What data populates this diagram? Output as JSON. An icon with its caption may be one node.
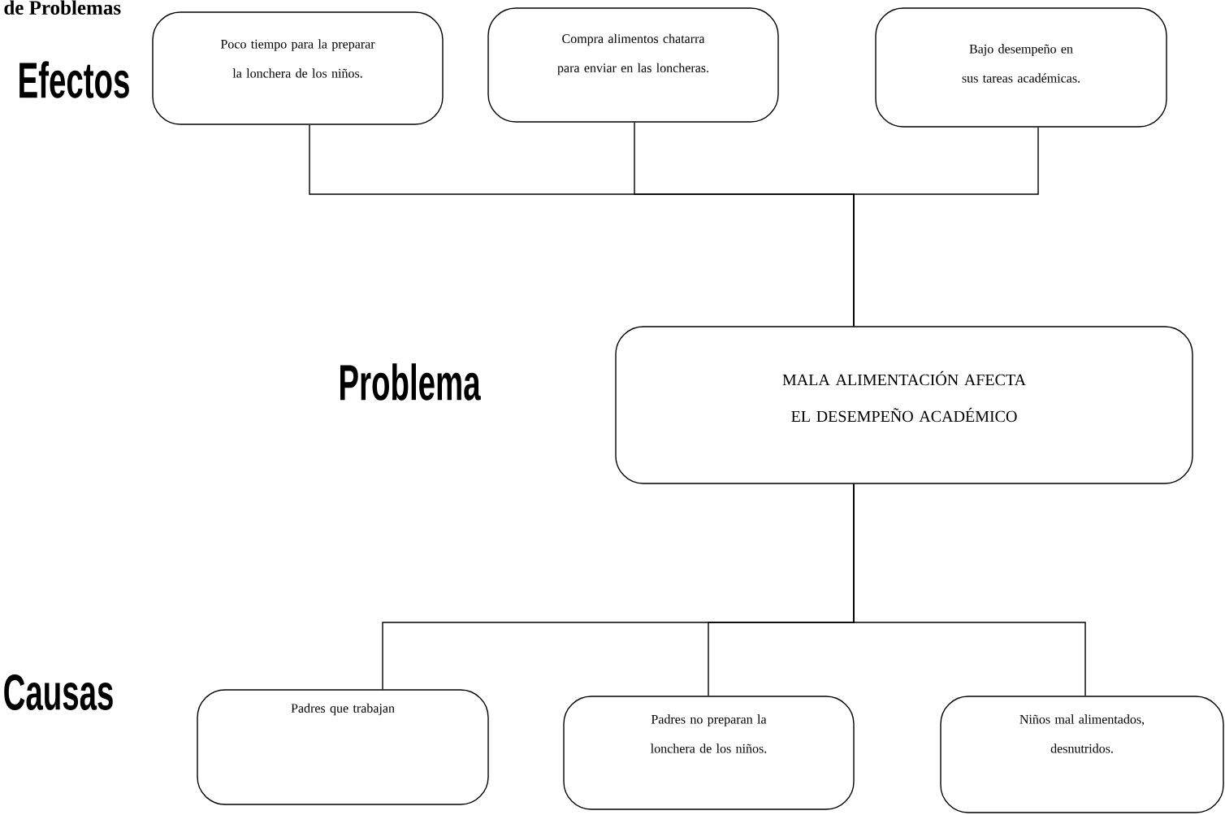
{
  "diagram": {
    "title": "de Problemas",
    "nodes": [
      {
        "text": [
          "Poco tiempo para  la preparar la lonchera de los niños."
        ]
      },
      {
        "text": [
          "Compra alimentos chatarra para enviar en las loncheras."
        ]
      },
      {
        "text": [
          "Bajo desempeño en sus tareas académicas."
        ]
      },
      {
        "text": [
          "MALA ALIMENTACIÓN AFECTA EL DESEMPEÑO ACADÉMICO"
        ]
      },
      {
        "text": [
          "Padres que trabajan"
        ]
      },
      {
        "text": [
          "Padres no preparan la lonchera de los niños."
        ]
      },
      {
        "text": [
          "Niños mal alimentados, desnutridos."
        ]
      }
    ],
    "edges": [
      {
        "from": 0,
        "to": 3,
        "arrow": "none"
      },
      {
        "from": 1,
        "to": 3,
        "arrow": "none"
      },
      {
        "from": 2,
        "to": 3,
        "arrow": "none"
      },
      {
        "from": 3,
        "to": 4,
        "arrow": "none"
      },
      {
        "from": 3,
        "to": 5,
        "arrow": "none"
      },
      {
        "from": 3,
        "to": 6,
        "arrow": "none"
      }
    ],
    "labels": [
      "Efectos",
      "Problema",
      "Causas"
    ]
  }
}
